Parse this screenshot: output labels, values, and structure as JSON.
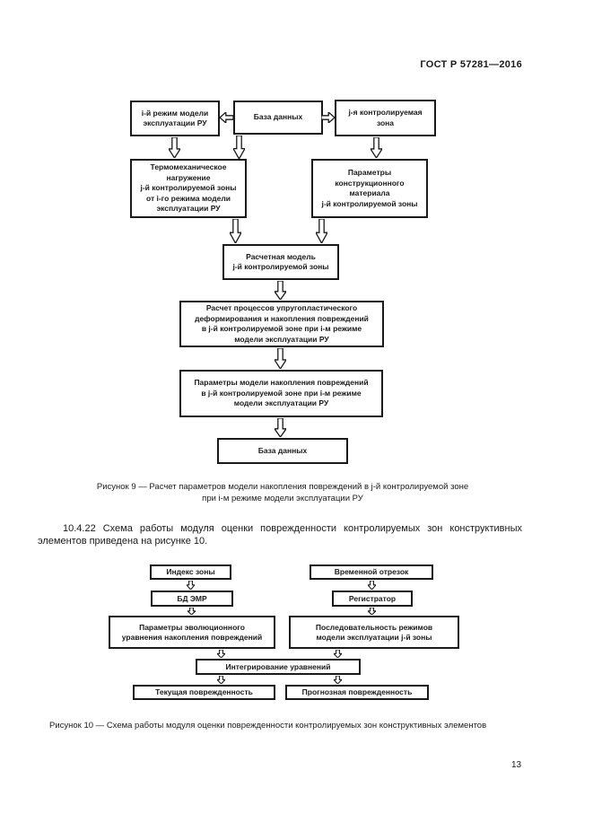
{
  "page": {
    "header": "ГОСТ Р 57281—2016",
    "page_number": "13"
  },
  "figure9": {
    "boxes": {
      "regime": "i-й режим модели\nэксплуатации РУ",
      "database_top": "База данных",
      "zone": "j-я контролируемая\nзона",
      "thermo_load": "Термомеханическое\nнагружение\nj-й контролируемой зоны\nот i-го режима модели\nэксплуатации РУ",
      "material_params": "Параметры\nконструкционного\nматериала\nj-й контролируемой зоны",
      "calc_model": "Расчетная модель\nj-й контролируемой зоны",
      "calc_process": "Расчет процессов упругопластического\nдеформирования и накопления повреждений\nв j-й контролируемой зоне при i-м режиме\nмодели эксплуатации РУ",
      "damage_params": "Параметры модели накопления повреждений\nв j-й контролируемой зоне при i-м режиме\nмодели эксплуатации РУ",
      "database_bottom": "База данных"
    },
    "caption": "Рисунок 9 — Расчет параметров модели накопления повреждений в j-й контролируемой зоне\nпри i-м режиме модели эксплуатации РУ"
  },
  "paragraph_10_4_22": "10.4.22 Схема работы модуля оценки поврежденности контролируемых зон конструктивных элементов приведена на рисунке 10.",
  "figure10": {
    "boxes": {
      "zone_index": "Индекс зоны",
      "time_interval": "Временной отрезок",
      "db_emr": "БД ЭМР",
      "registrator": "Регистратор",
      "evolution_params": "Параметры эволюционного\nуравнения накопления повреждений",
      "regime_sequence": "Последовательность режимов\nмодели эксплуатации j-й зоны",
      "integration": "Интегрирование уравнений",
      "current_damage": "Текущая поврежденность",
      "forecast_damage": "Прогнозная поврежденность"
    },
    "caption": "Рисунок 10 — Схема работы модуля оценки поврежденности контролируемых зон конструктивных элементов"
  }
}
